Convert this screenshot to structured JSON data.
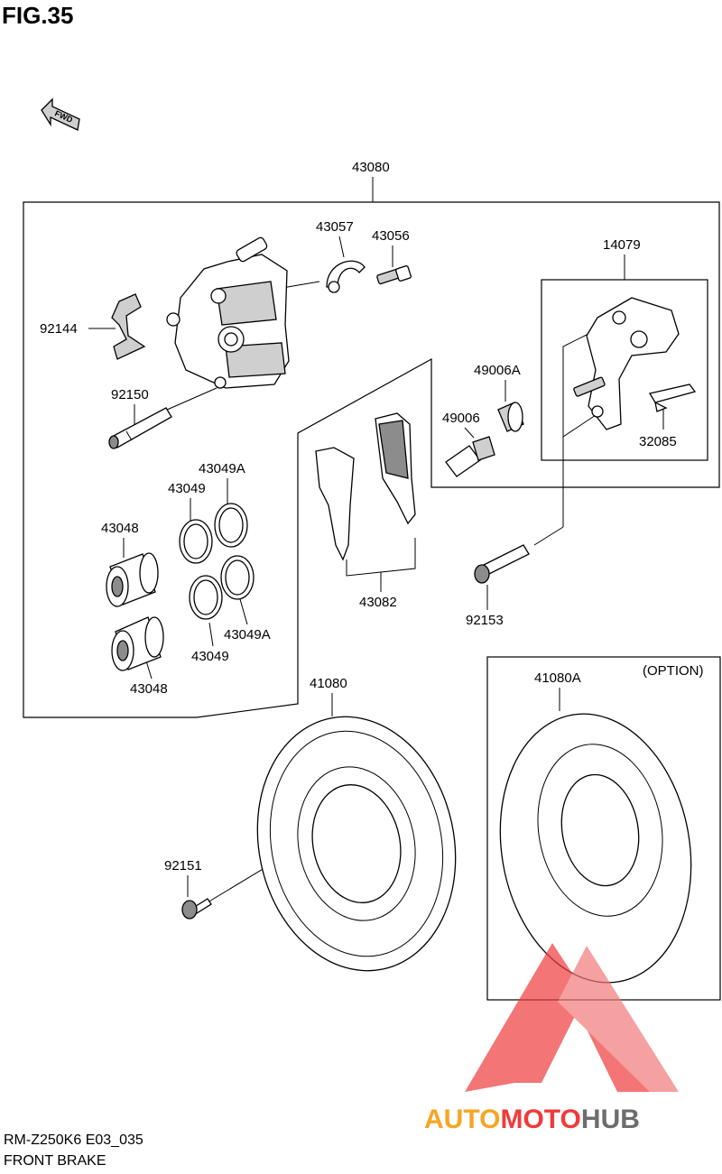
{
  "figure": {
    "title": "FIG.35"
  },
  "fwd_arrow": {
    "label": "FWD",
    "icon": "fwd-arrow-icon"
  },
  "labels": {
    "p43080": "43080",
    "p43057": "43057",
    "p43056": "43056",
    "p14079": "14079",
    "p92144": "92144",
    "p49006A": "49006A",
    "p92150": "92150",
    "p49006": "49006",
    "p32085": "32085",
    "p43049A_top": "43049A",
    "p43049_top": "43049",
    "p43048_top": "43048",
    "p43082": "43082",
    "p92153": "92153",
    "p43049A_bottom": "43049A",
    "p43049_bottom": "43049",
    "p43048_bottom": "43048",
    "p41080": "41080",
    "p41080A": "41080A",
    "option": "(OPTION)",
    "p92151": "92151"
  },
  "footer": {
    "model_code": "RM-Z250K6 E03_035",
    "section_name": "FRONT BRAKE"
  },
  "watermark": {
    "text_part1": "AUTO",
    "text_part2": "MOTO",
    "text_part3": "HUB",
    "color_orange": "#f5a623",
    "color_red": "#ef3b3b",
    "color_grey": "#6d6d6d"
  }
}
